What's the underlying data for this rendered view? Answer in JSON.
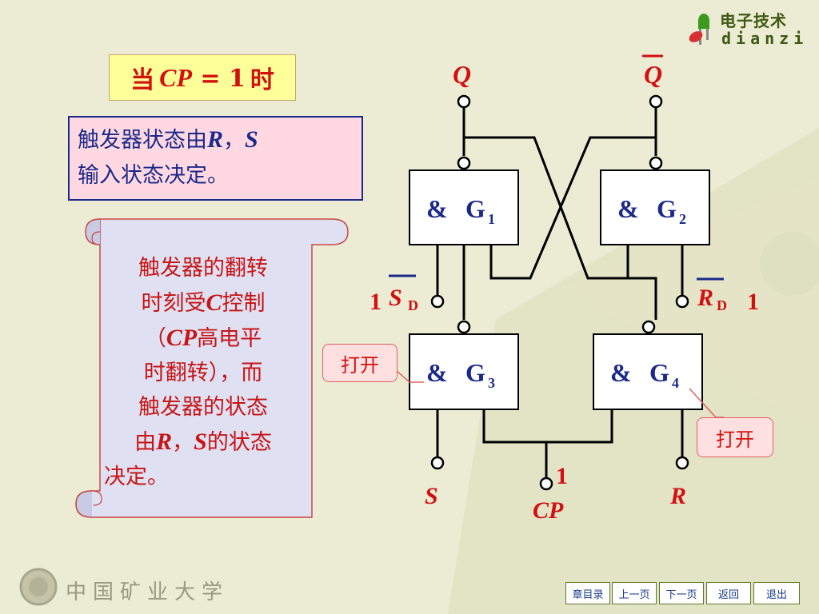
{
  "logo": {
    "cn": "电子技术",
    "pinyin": "dianzi"
  },
  "condition": {
    "prefix": "当",
    "var": "CP",
    "equals": " = 1",
    "suffix": "时"
  },
  "state_note": {
    "line1_text": "触发器状态由",
    "r": "R",
    "comma": "，",
    "s": "S",
    "line2": "输入状态决定。"
  },
  "scroll_note": {
    "l1": "触发器的翻转",
    "l2a": "时刻受",
    "l2c": "C",
    "l2b": "控制",
    "l3a": "（",
    "l3cp": "CP",
    "l3b": "高电平",
    "l4": "时翻转），而",
    "l5": "触发器的状态",
    "l6a": "由",
    "l6r": "R",
    "l6c": "，",
    "l6s": "S",
    "l6b": "的状态",
    "l7": "决定。"
  },
  "circuit": {
    "q": "Q",
    "qbar": "Q",
    "gates": [
      {
        "amp": "&",
        "name": "G",
        "sub": "1"
      },
      {
        "amp": "&",
        "name": "G",
        "sub": "2"
      },
      {
        "amp": "&",
        "name": "G",
        "sub": "3"
      },
      {
        "amp": "&",
        "name": "G",
        "sub": "4"
      }
    ],
    "sd": {
      "value": "1",
      "letter": "S",
      "sub": "D"
    },
    "rd": {
      "value": "1",
      "letter": "R",
      "sub": "D"
    },
    "s_input": "S",
    "r_input": "R",
    "cp_value": "1",
    "cp_label": "CP",
    "open_left": "打开",
    "open_right": "打开"
  },
  "school": {
    "name": "中国矿业大学"
  },
  "nav": [
    "章目录",
    "上一页",
    "下一页",
    "返回",
    "退出"
  ],
  "colors": {
    "background": "#ecebd3",
    "red": "#d21010",
    "blue": "#1b2a8a",
    "gate_fill": "#ffffff"
  }
}
